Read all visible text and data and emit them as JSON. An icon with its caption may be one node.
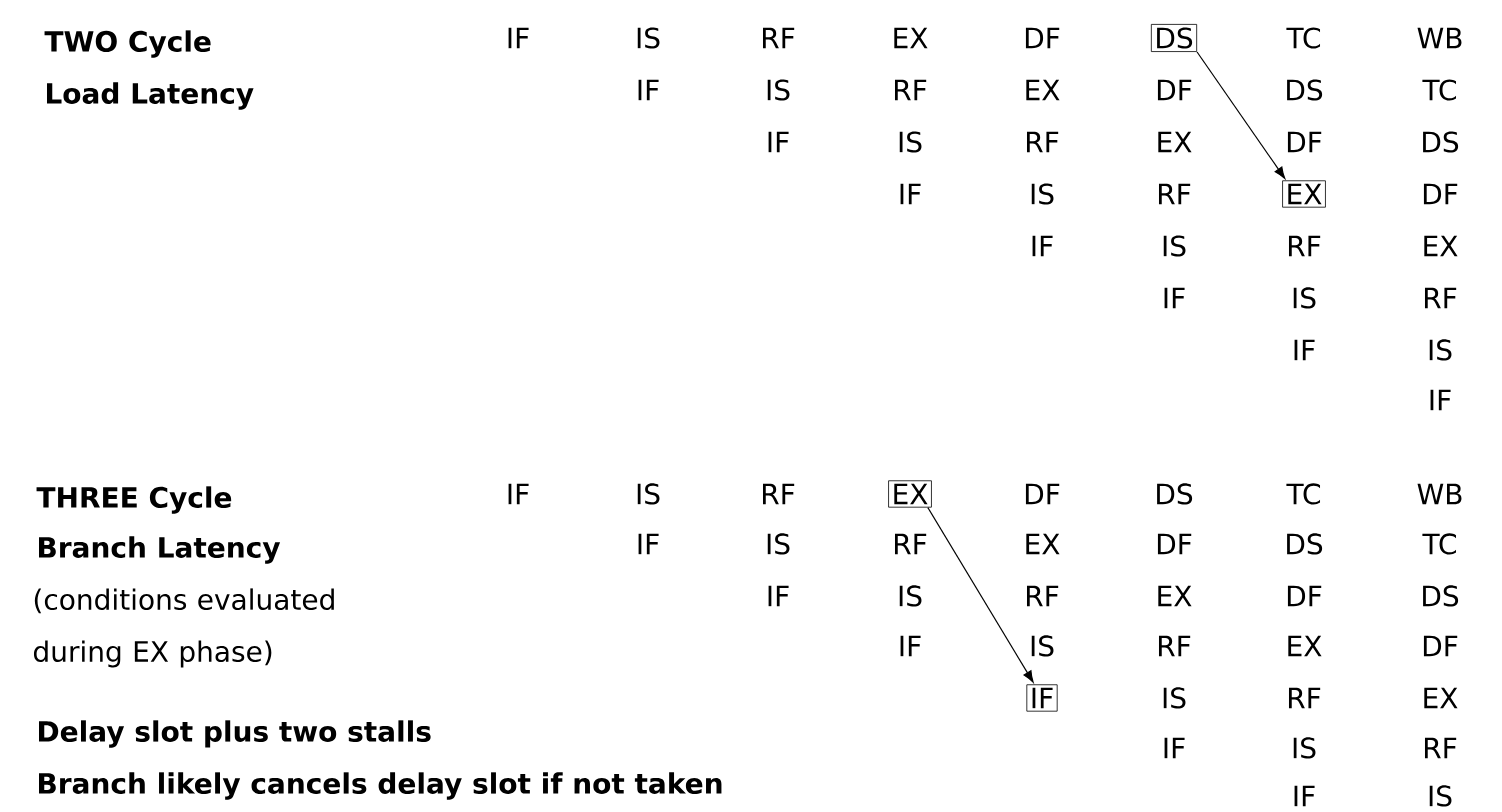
{
  "diagram": {
    "nodes": [
      {
        "text": [
          "DS"
        ]
      },
      {
        "text": [
          "EX"
        ]
      },
      {
        "text": [
          "EX"
        ]
      },
      {
        "text": [
          "IF"
        ]
      }
    ],
    "edges": [
      {
        "from": 0,
        "to": 1,
        "arrow": "to"
      },
      {
        "from": 2,
        "to": 3,
        "arrow": "to"
      }
    ],
    "labels": [
      "TWO Cycle",
      "Load Latency",
      "IF",
      "IS",
      "RF",
      "EX",
      "DF",
      "TC",
      "WB",
      "IF",
      "IS",
      "RF",
      "EX",
      "DF",
      "DS",
      "TC",
      "IF",
      "IS",
      "RF",
      "EX",
      "DF",
      "DS",
      "IF",
      "IS",
      "RF",
      "DF",
      "IF",
      "IS",
      "RF",
      "EX",
      "IF",
      "IS",
      "RF",
      "IF",
      "IS",
      "IF",
      "THREE Cycle",
      "Branch Latency",
      "(conditions evaluated during EX phase)",
      "Delay slot plus two stalls",
      "Branch likely cancels delay slot if not taken",
      "IF",
      "IS",
      "RF",
      "DF",
      "DS",
      "TC",
      "WB",
      "IF",
      "IS",
      "RF",
      "EX",
      "DF",
      "DS",
      "TC",
      "IF",
      "IS",
      "RF",
      "EX",
      "DF",
      "DS",
      "IF",
      "IS",
      "RF",
      "EX",
      "DF",
      "IS",
      "RF",
      "EX",
      "IF",
      "IS",
      "RF",
      "IF",
      "IS"
    ]
  }
}
